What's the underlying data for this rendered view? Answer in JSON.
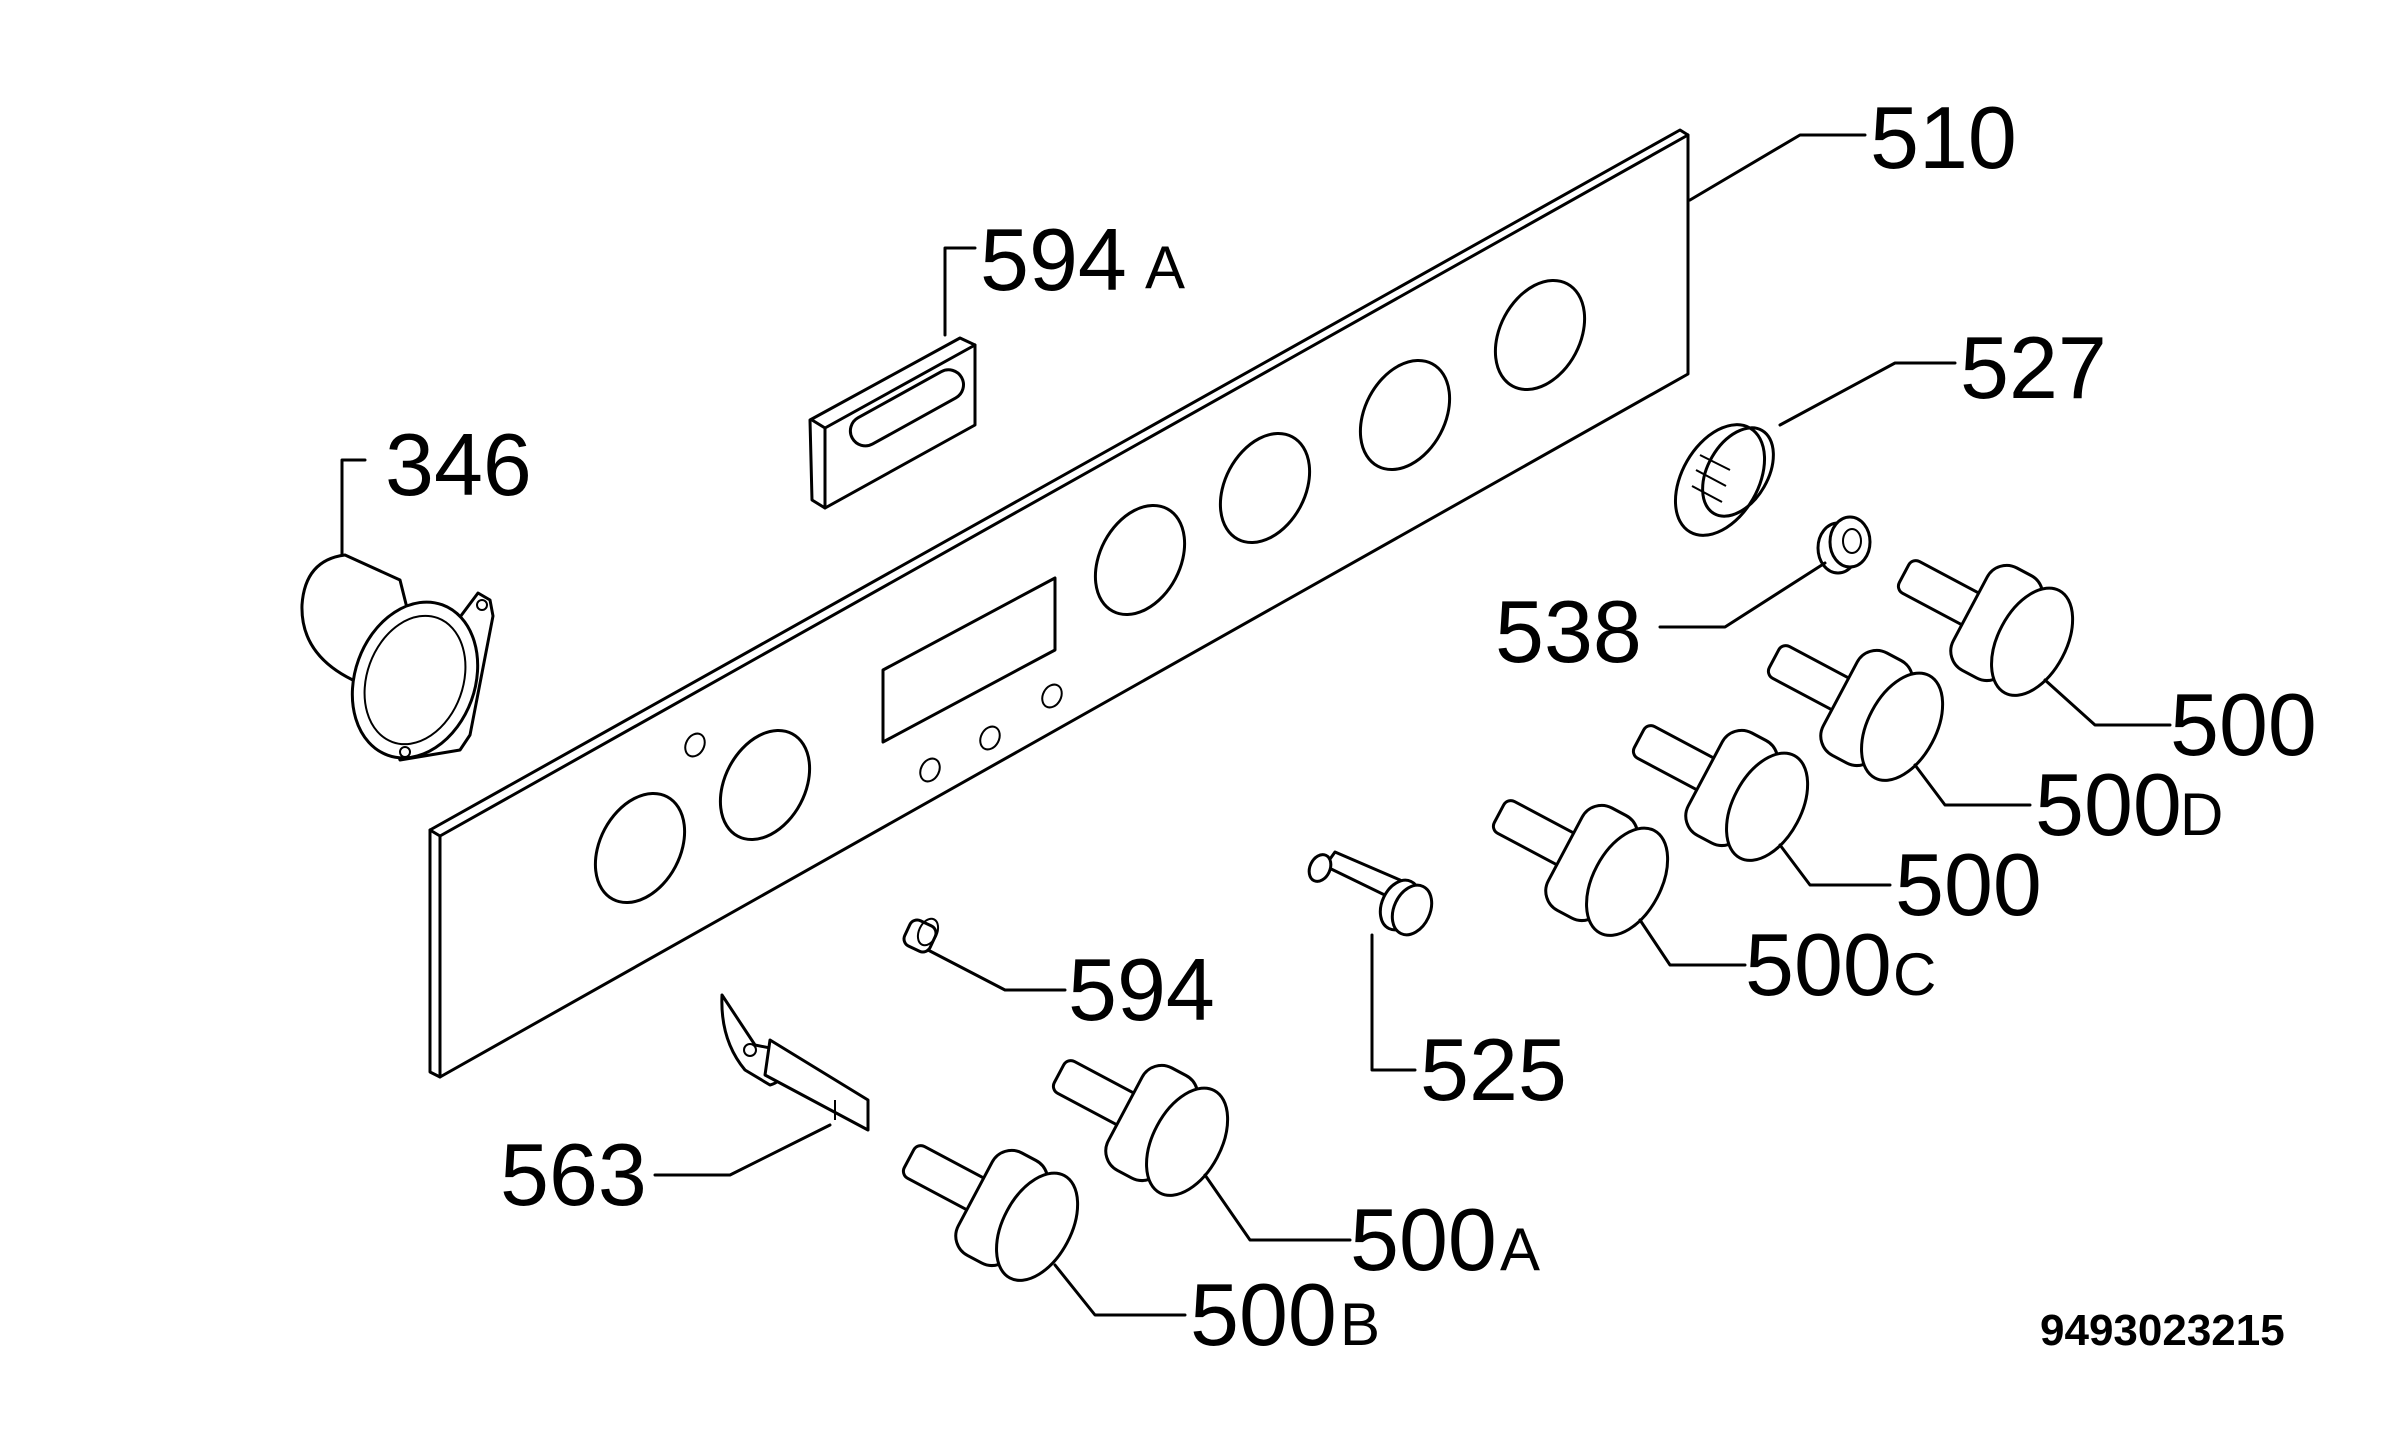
{
  "labels": {
    "p510": "510",
    "p594a": "594",
    "p594a_suffix": "A",
    "p346": "346",
    "p527": "527",
    "p538": "538",
    "p500_1": "500",
    "p500d": "500",
    "p500d_suffix": "D",
    "p500_2": "500",
    "p500c": "500",
    "p500c_suffix": "C",
    "p594": "594",
    "p525": "525",
    "p563": "563",
    "p500a": "500",
    "p500a_suffix": "A",
    "p500b": "500",
    "p500b_suffix": "B"
  },
  "document_number": "9493023215",
  "colors": {
    "ink": "#000000",
    "paper": "#ffffff"
  }
}
